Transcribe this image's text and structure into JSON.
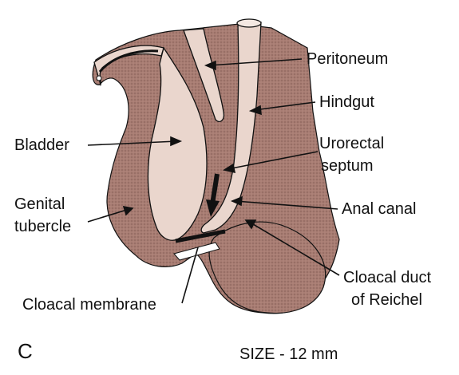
{
  "colors": {
    "tissue": "#a87d73",
    "lumen": "#ead6cd",
    "outline": "#111111",
    "background": "#ffffff"
  },
  "labels": {
    "peritoneum": "Peritoneum",
    "hindgut": "Hindgut",
    "bladder": "Bladder",
    "urorectal_line1": "Urorectal",
    "urorectal_line2": "septum",
    "genital_line1": "Genital",
    "genital_line2": "tubercle",
    "anal_canal": "Anal canal",
    "cloacal_membrane": "Cloacal membrane",
    "cloacal_duct_line1": "Cloacal duct",
    "cloacal_duct_line2": "of Reichel"
  },
  "panel_letter": "C",
  "size_text": "SIZE - 12 mm"
}
